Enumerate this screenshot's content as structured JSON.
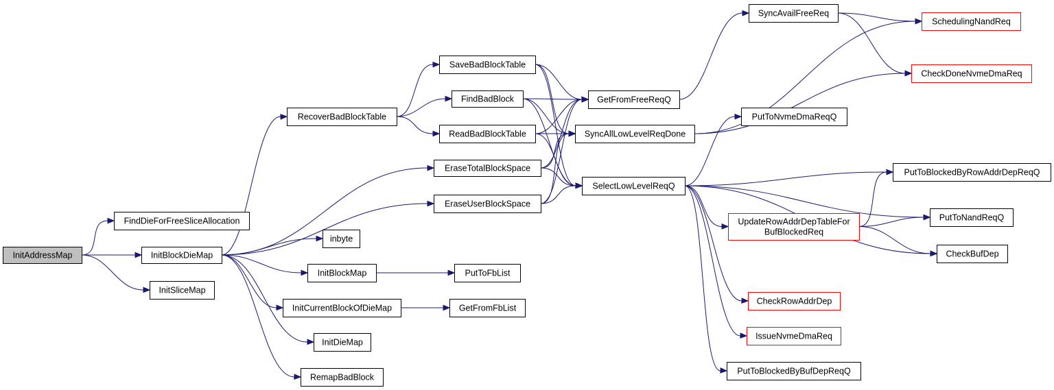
{
  "graph": {
    "root": "InitAddressMap",
    "colors": {
      "edge": "#191970",
      "node_border": "#000000",
      "truncated_border": "#ff0000",
      "root_fill": "#bfbfbf",
      "node_fill": "#ffffff"
    },
    "nodes": [
      {
        "id": "InitAddressMap",
        "lines": [
          "InitAddressMap"
        ],
        "root": true
      },
      {
        "id": "FindDieForFreeSliceAllocation",
        "lines": [
          "FindDieForFreeSliceAllocation"
        ]
      },
      {
        "id": "InitBlockDieMap",
        "lines": [
          "InitBlockDieMap"
        ]
      },
      {
        "id": "InitSliceMap",
        "lines": [
          "InitSliceMap"
        ]
      },
      {
        "id": "RecoverBadBlockTable",
        "lines": [
          "RecoverBadBlockTable"
        ]
      },
      {
        "id": "EraseTotalBlockSpace",
        "lines": [
          "EraseTotalBlockSpace"
        ]
      },
      {
        "id": "EraseUserBlockSpace",
        "lines": [
          "EraseUserBlockSpace"
        ]
      },
      {
        "id": "inbyte",
        "lines": [
          "inbyte"
        ]
      },
      {
        "id": "InitBlockMap",
        "lines": [
          "InitBlockMap"
        ]
      },
      {
        "id": "InitCurrentBlockOfDieMap",
        "lines": [
          "InitCurrentBlockOfDieMap"
        ]
      },
      {
        "id": "InitDieMap",
        "lines": [
          "InitDieMap"
        ]
      },
      {
        "id": "RemapBadBlock",
        "lines": [
          "RemapBadBlock"
        ]
      },
      {
        "id": "SaveBadBlockTable",
        "lines": [
          "SaveBadBlockTable"
        ]
      },
      {
        "id": "FindBadBlock",
        "lines": [
          "FindBadBlock"
        ]
      },
      {
        "id": "ReadBadBlockTable",
        "lines": [
          "ReadBadBlockTable"
        ]
      },
      {
        "id": "PutToFbList",
        "lines": [
          "PutToFbList"
        ]
      },
      {
        "id": "GetFromFbList",
        "lines": [
          "GetFromFbList"
        ]
      },
      {
        "id": "GetFromFreeReqQ",
        "lines": [
          "GetFromFreeReqQ"
        ]
      },
      {
        "id": "SyncAllLowLevelReqDone",
        "lines": [
          "SyncAllLowLevelReqDone"
        ]
      },
      {
        "id": "SelectLowLevelReqQ",
        "lines": [
          "SelectLowLevelReqQ"
        ]
      },
      {
        "id": "SyncAvailFreeReq",
        "lines": [
          "SyncAvailFreeReq"
        ]
      },
      {
        "id": "PutToNvmeDmaReqQ",
        "lines": [
          "PutToNvmeDmaReqQ"
        ]
      },
      {
        "id": "UpdateRowAddrDepTableForBufBlockedReq",
        "lines": [
          "UpdateRowAddrDepTableFor",
          "BufBlockedReq"
        ],
        "truncated": true
      },
      {
        "id": "CheckRowAddrDep",
        "lines": [
          "CheckRowAddrDep"
        ],
        "truncated": true
      },
      {
        "id": "IssueNvmeDmaReq",
        "lines": [
          "IssueNvmeDmaReq"
        ],
        "truncated": true
      },
      {
        "id": "PutToBlockedByBufDepReqQ",
        "lines": [
          "PutToBlockedByBufDepReqQ"
        ]
      },
      {
        "id": "SchedulingNandReq",
        "lines": [
          "SchedulingNandReq"
        ],
        "truncated": true
      },
      {
        "id": "CheckDoneNvmeDmaReq",
        "lines": [
          "CheckDoneNvmeDmaReq"
        ],
        "truncated": true
      },
      {
        "id": "PutToBlockedByRowAddrDepReqQ",
        "lines": [
          "PutToBlockedByRowAddrDepReqQ"
        ]
      },
      {
        "id": "PutToNandReqQ",
        "lines": [
          "PutToNandReqQ"
        ]
      },
      {
        "id": "CheckBufDep",
        "lines": [
          "CheckBufDep"
        ]
      }
    ],
    "edges": [
      [
        "InitAddressMap",
        "FindDieForFreeSliceAllocation"
      ],
      [
        "InitAddressMap",
        "InitBlockDieMap"
      ],
      [
        "InitAddressMap",
        "InitSliceMap"
      ],
      [
        "InitBlockDieMap",
        "RecoverBadBlockTable"
      ],
      [
        "InitBlockDieMap",
        "EraseTotalBlockSpace"
      ],
      [
        "InitBlockDieMap",
        "EraseUserBlockSpace"
      ],
      [
        "InitBlockDieMap",
        "inbyte"
      ],
      [
        "InitBlockDieMap",
        "InitBlockMap"
      ],
      [
        "InitBlockDieMap",
        "InitCurrentBlockOfDieMap"
      ],
      [
        "InitBlockDieMap",
        "InitDieMap"
      ],
      [
        "InitBlockDieMap",
        "RemapBadBlock"
      ],
      [
        "RecoverBadBlockTable",
        "SaveBadBlockTable"
      ],
      [
        "RecoverBadBlockTable",
        "FindBadBlock"
      ],
      [
        "RecoverBadBlockTable",
        "ReadBadBlockTable"
      ],
      [
        "InitBlockMap",
        "PutToFbList"
      ],
      [
        "InitCurrentBlockOfDieMap",
        "GetFromFbList"
      ],
      [
        "SaveBadBlockTable",
        "GetFromFreeReqQ"
      ],
      [
        "SaveBadBlockTable",
        "SyncAllLowLevelReqDone"
      ],
      [
        "SaveBadBlockTable",
        "SelectLowLevelReqQ"
      ],
      [
        "FindBadBlock",
        "GetFromFreeReqQ"
      ],
      [
        "FindBadBlock",
        "SyncAllLowLevelReqDone"
      ],
      [
        "FindBadBlock",
        "SelectLowLevelReqQ"
      ],
      [
        "ReadBadBlockTable",
        "GetFromFreeReqQ"
      ],
      [
        "ReadBadBlockTable",
        "SyncAllLowLevelReqDone"
      ],
      [
        "ReadBadBlockTable",
        "SelectLowLevelReqQ"
      ],
      [
        "EraseTotalBlockSpace",
        "GetFromFreeReqQ"
      ],
      [
        "EraseTotalBlockSpace",
        "SyncAllLowLevelReqDone"
      ],
      [
        "EraseTotalBlockSpace",
        "SelectLowLevelReqQ"
      ],
      [
        "EraseUserBlockSpace",
        "GetFromFreeReqQ"
      ],
      [
        "EraseUserBlockSpace",
        "SyncAllLowLevelReqDone"
      ],
      [
        "EraseUserBlockSpace",
        "SelectLowLevelReqQ"
      ],
      [
        "GetFromFreeReqQ",
        "SyncAvailFreeReq"
      ],
      [
        "SyncAvailFreeReq",
        "SchedulingNandReq"
      ],
      [
        "SyncAvailFreeReq",
        "CheckDoneNvmeDmaReq"
      ],
      [
        "SyncAllLowLevelReqDone",
        "SchedulingNandReq"
      ],
      [
        "SyncAllLowLevelReqDone",
        "CheckDoneNvmeDmaReq"
      ],
      [
        "SelectLowLevelReqQ",
        "PutToNvmeDmaReqQ"
      ],
      [
        "SelectLowLevelReqQ",
        "PutToBlockedByRowAddrDepReqQ"
      ],
      [
        "SelectLowLevelReqQ",
        "UpdateRowAddrDepTableForBufBlockedReq"
      ],
      [
        "SelectLowLevelReqQ",
        "PutToNandReqQ"
      ],
      [
        "SelectLowLevelReqQ",
        "CheckBufDep"
      ],
      [
        "SelectLowLevelReqQ",
        "CheckRowAddrDep"
      ],
      [
        "SelectLowLevelReqQ",
        "IssueNvmeDmaReq"
      ],
      [
        "SelectLowLevelReqQ",
        "PutToBlockedByBufDepReqQ"
      ],
      [
        "UpdateRowAddrDepTableForBufBlockedReq",
        "PutToBlockedByRowAddrDepReqQ"
      ],
      [
        "UpdateRowAddrDepTableForBufBlockedReq",
        "PutToNandReqQ"
      ],
      [
        "UpdateRowAddrDepTableForBufBlockedReq",
        "CheckBufDep"
      ]
    ]
  }
}
